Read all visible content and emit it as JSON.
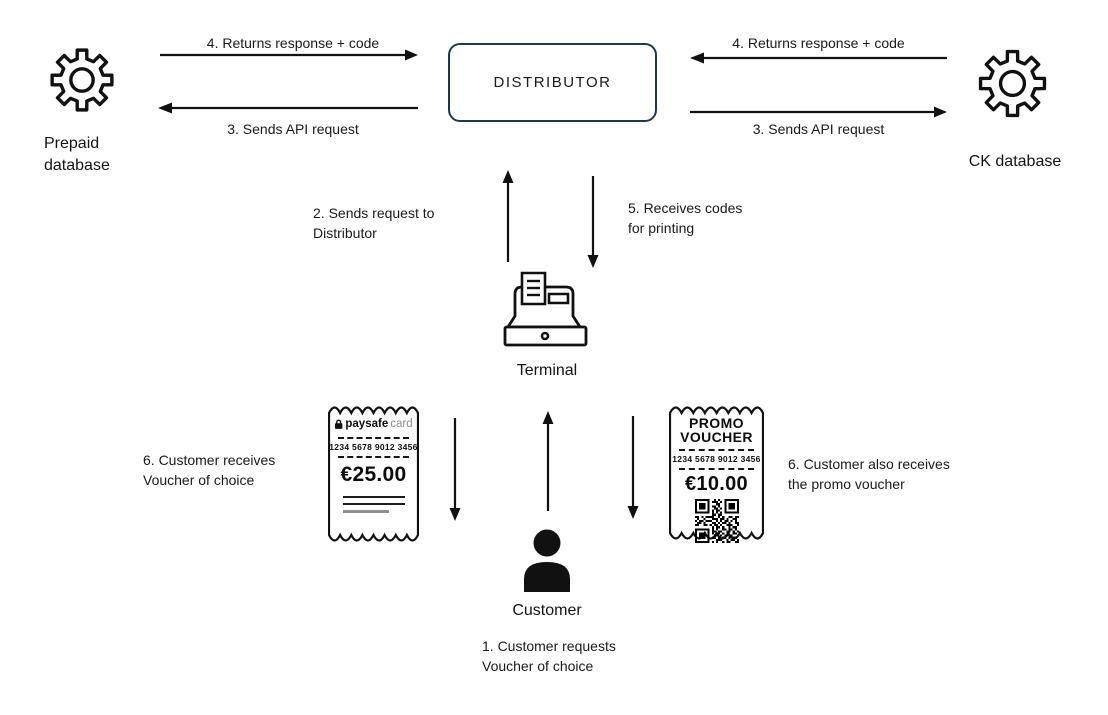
{
  "nodes": {
    "prepaid": {
      "line1": "Prepaid",
      "line2": "database"
    },
    "distributor": {
      "label": "DISTRIBUTOR"
    },
    "ck": {
      "label": "CK database"
    },
    "terminal": {
      "label": "Terminal"
    },
    "customer": {
      "label": "Customer"
    }
  },
  "steps": {
    "s1": {
      "line1": "1. Customer requests",
      "line2": "Voucher of choice"
    },
    "s2": {
      "line1": "2. Sends request to",
      "line2": "Distributor"
    },
    "s3_left": {
      "label": "3. Sends API request"
    },
    "s3_right": {
      "label": "3. Sends API request"
    },
    "s4_left": {
      "label": "4. Returns response + code"
    },
    "s4_right": {
      "label": "4. Returns response + code"
    },
    "s5": {
      "line1": "5. Receives codes",
      "line2": "for printing"
    },
    "s6_left": {
      "line1": "6. Customer receives",
      "line2": "Voucher of choice"
    },
    "s6_right": {
      "line1": "6. Customer also receives",
      "line2": "the promo voucher"
    }
  },
  "vouchers": {
    "paysafecard": {
      "brand_bold": "paysafe",
      "brand_light": "card",
      "number": "1234 5678 9012 3456",
      "amount": "€25.00"
    },
    "promo": {
      "title1": "PROMO",
      "title2": "VOUCHER",
      "number": "1234 5678 9012 3456",
      "amount": "€10.00"
    }
  },
  "colors": {
    "ink": "#111111",
    "distributor_border": "#1d3a4d",
    "brand_muted": "#8c8c8c"
  }
}
